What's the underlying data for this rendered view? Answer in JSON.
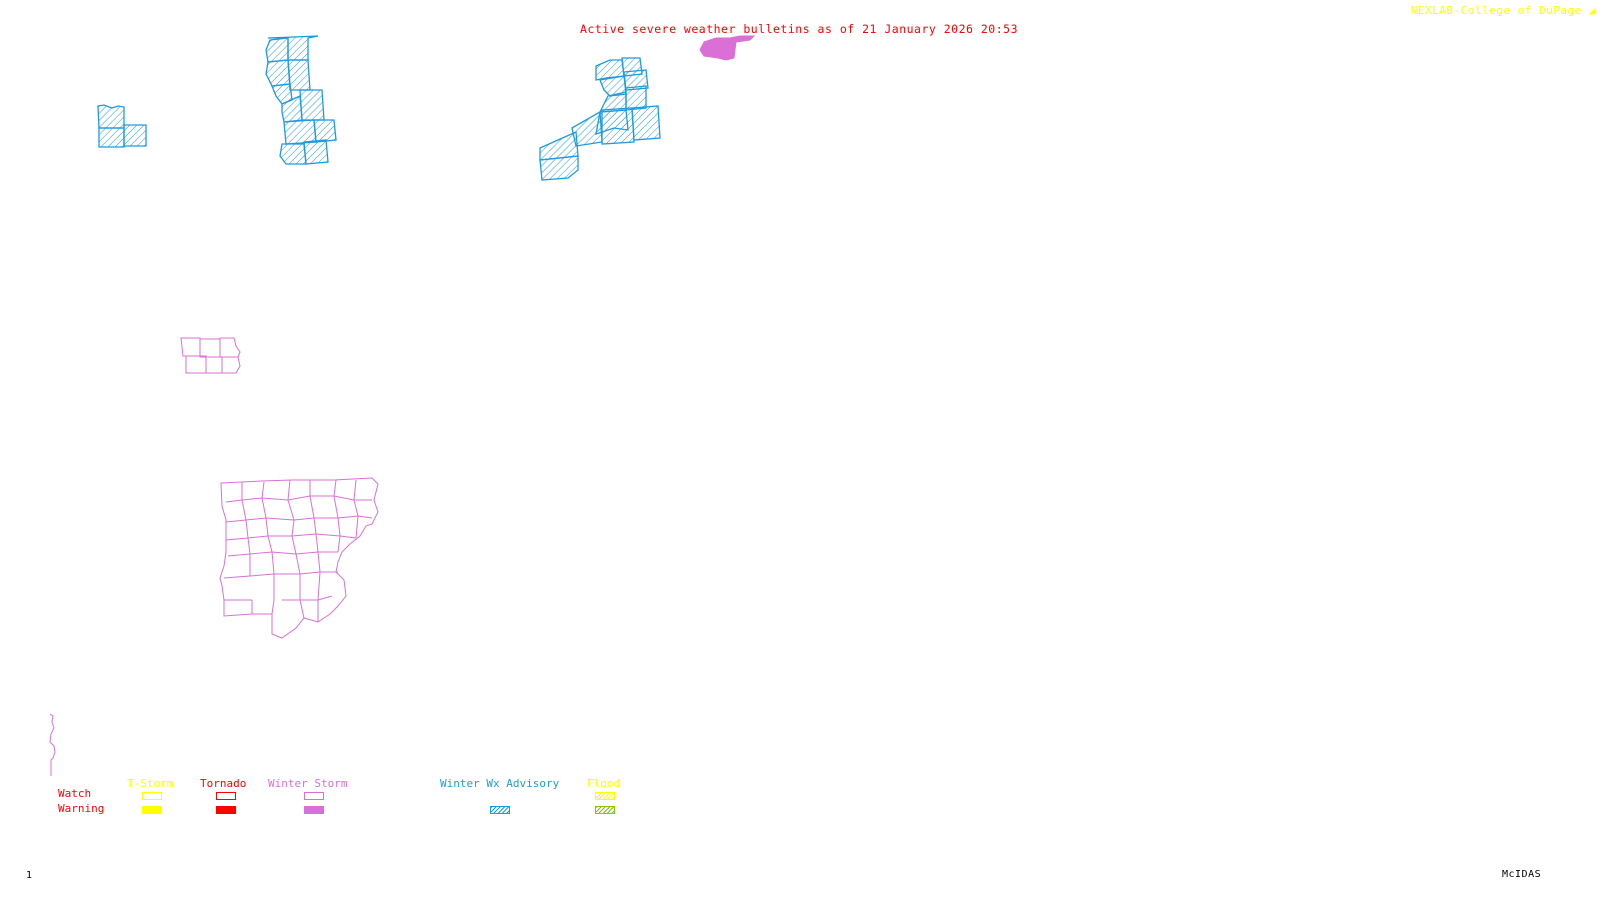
{
  "header": {
    "title": "Active severe weather bulletins as of 21 January 2026 20:53",
    "credit": "NEXLAB-College of DuPage",
    "credit_icon": "logo-mark-icon"
  },
  "footer": {
    "frame_number": "1",
    "software": "McIDAS"
  },
  "colors": {
    "title": "#ff0000",
    "credit": "#ffff00",
    "tstorm": "#ffff00",
    "tornado": "#ff0000",
    "winter_storm": "#da70d6",
    "winter_wx_advisory": "#1e9be0",
    "flood_watch": "#ffff00",
    "flood_warning": "#7fcc00",
    "row_labels": "#ff0000"
  },
  "legend": {
    "row_labels": {
      "watch": "Watch",
      "warning": "Warning"
    },
    "categories": [
      {
        "key": "tstorm",
        "label": "T-Storm",
        "watch_style": "outline",
        "warning_style": "filled"
      },
      {
        "key": "tornado",
        "label": "Tornado",
        "watch_style": "outline",
        "warning_style": "filled"
      },
      {
        "key": "winter_storm",
        "label": "Winter Storm",
        "watch_style": "outline",
        "warning_style": "filled"
      },
      {
        "key": "winter_wx_advisory",
        "label": "Winter Wx Advisory",
        "watch_style": "none",
        "warning_style": "hatched"
      },
      {
        "key": "flood",
        "label": "Flood",
        "watch_style": "hatched",
        "warning_style": "hatched"
      }
    ]
  },
  "map_regions": [
    {
      "name": "winter-wx-advisory-west-cluster",
      "type": "Winter Wx Advisory",
      "style": "hatched"
    },
    {
      "name": "winter-wx-advisory-coastal-strip",
      "type": "Winter Wx Advisory",
      "style": "hatched"
    },
    {
      "name": "winter-wx-advisory-central-cluster",
      "type": "Winter Wx Advisory",
      "style": "hatched"
    },
    {
      "name": "winter-storm-warning-north",
      "type": "Winter Storm Warning",
      "style": "filled"
    },
    {
      "name": "winter-storm-watch-small-cluster",
      "type": "Winter Storm Watch",
      "style": "outline"
    },
    {
      "name": "winter-storm-watch-large-area",
      "type": "Winter Storm Watch",
      "style": "outline"
    },
    {
      "name": "winter-storm-watch-edge-strip",
      "type": "Winter Storm Watch",
      "style": "outline"
    }
  ]
}
